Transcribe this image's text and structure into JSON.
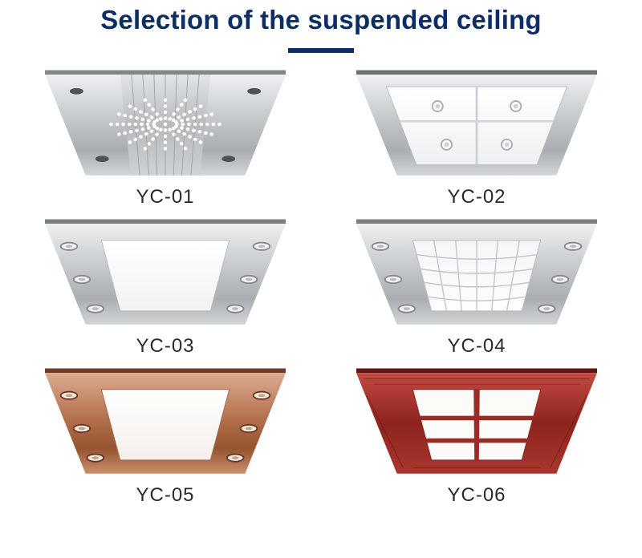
{
  "page": {
    "title": "Selection of the suspended ceiling",
    "accent_color": "#0d2d66",
    "background_color": "#ffffff"
  },
  "products": [
    {
      "label": "YC-01",
      "image_alt": "stainless steel ceiling with dotted starburst light pattern and corner screws",
      "frame_color": "#c3c7ca"
    },
    {
      "label": "YC-02",
      "image_alt": "stainless frame ceiling with four mirror-white panels and four downlights",
      "frame_color": "#c3c7ca"
    },
    {
      "label": "YC-03",
      "image_alt": "stainless frame ceiling with large white acrylic panel and six spotlights",
      "frame_color": "#c3c7ca"
    },
    {
      "label": "YC-04",
      "image_alt": "stainless frame ceiling with curved translucent grid center and six spotlights",
      "frame_color": "#c3c7ca"
    },
    {
      "label": "YC-05",
      "image_alt": "rose-gold copper frame ceiling with white panel and six spotlights",
      "frame_color": "#b4714e"
    },
    {
      "label": "YC-06",
      "image_alt": "red wood-grain frame ceiling with white panel divided by red bars",
      "frame_color": "#8e241e"
    }
  ]
}
